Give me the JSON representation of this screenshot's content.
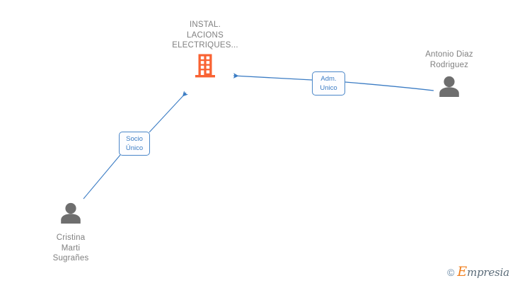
{
  "diagram": {
    "type": "corporate-relationship-graph",
    "background_color": "#ffffff",
    "company": {
      "name": "INSTAL.\nLACIONS\nELECTRIQUES...",
      "icon": "building-icon",
      "icon_color": "#f96232"
    },
    "persons": [
      {
        "id": "antonio",
        "name": "Antonio Diaz\nRodriguez",
        "icon": "person-icon",
        "icon_color": "#6e6e6e"
      },
      {
        "id": "cristina",
        "name": "Cristina\nMarti\nSugrañes",
        "icon": "person-icon",
        "icon_color": "#6e6e6e"
      }
    ],
    "relationships": [
      {
        "id": "adm-unico",
        "label": "Adm.\nUnico",
        "from": "antonio",
        "to": "company",
        "color": "#3b7cc4"
      },
      {
        "id": "socio-unico",
        "label": "Socio\nÚnico",
        "from": "cristina",
        "to": "company",
        "color": "#3b7cc4"
      }
    ],
    "watermark": {
      "copyright": "©",
      "brand_initial": "E",
      "brand_rest": "mpresia",
      "initial_color": "#f08020",
      "text_color": "#5a6b78"
    }
  }
}
